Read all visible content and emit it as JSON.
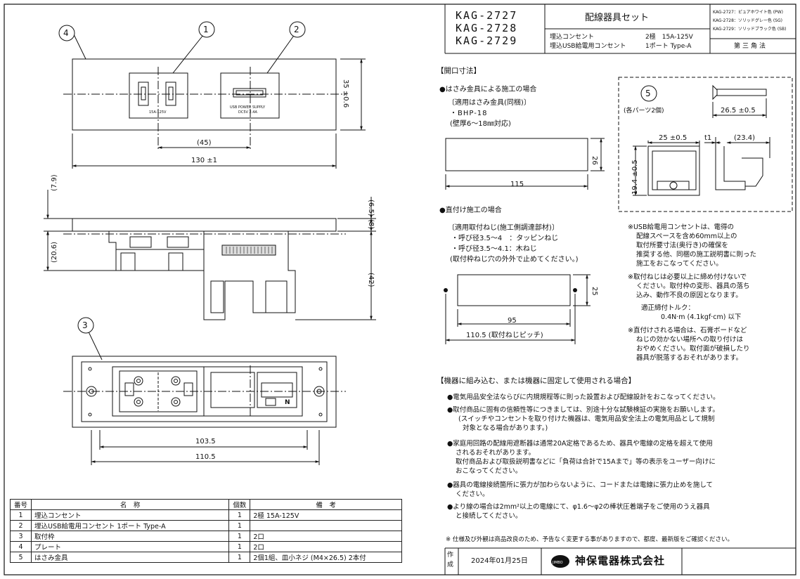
{
  "title_block": {
    "models": [
      "KAG-2727",
      "KAG-2728",
      "KAG-2729"
    ],
    "set_name": "配線器具セット",
    "line1_left": "埋込コンセント",
    "line1_right": "2極　15A-125V",
    "line2_left": "埋込USB給電用コンセント",
    "line2_right": "1ポート Type-A",
    "colors": [
      "KAG-2727：ピュアホワイト色 (PW)",
      "KAG-2728：ソリッドグレー色 (SG)",
      "KAG-2729：ソリッドブラック色 (SB)"
    ],
    "projection": "第三角法"
  },
  "balloons": {
    "b1": "1",
    "b2": "2",
    "b3": "3",
    "b4": "4",
    "b5": "5"
  },
  "front_view": {
    "dim_height": "35 ±0.6",
    "dim_pitch": "(45)",
    "dim_width": "130 ±1",
    "outlet_label": "15A-125V",
    "usb_label_1": "USB POWER SUPPLY",
    "usb_label_2": "DC5V 2.4A"
  },
  "side_view": {
    "dim_79": "(7.9)",
    "dim_206": "(20.6)",
    "dim_65": "(6.5)",
    "dim_8": "(8)",
    "dim_42": "(42)"
  },
  "back_view": {
    "dim_1035": "103.5",
    "dim_1105": "110.5",
    "n_label": "N"
  },
  "opening": {
    "heading": "【開口寸法】",
    "clamp_title": "●はさみ金具による施工の場合",
    "clamp_l1": "〔適用はさみ金具(同梱)〕",
    "clamp_l2": "・BHP-18",
    "clamp_l3": "(壁厚6～18㎜対応)",
    "rect1_w": "115",
    "rect1_h": "26",
    "direct_title": "●直付け施工の場合",
    "direct_l1": "〔適用取付ねじ(施工側調達部材)〕",
    "direct_l2": "・呼び径3.5～4　：タッピンねじ",
    "direct_l3": "・呼び径3.5～4.1：木ねじ",
    "direct_l4": "(取付枠ねじ穴の外外で止めてください。)",
    "rect2_w": "95",
    "rect2_h": "25",
    "rect2_pitch": "110.5 (取付ねじピッチ)"
  },
  "clamp_detail": {
    "parts_note": "(各パーツ2個)",
    "dim_265": "26.5 ±0.5",
    "dim_25": "25 ±0.5",
    "dim_t1": "t1",
    "dim_234": "(23.4)",
    "dim_194": "19.4 ±0.5"
  },
  "right_notes": [
    "※USB給電用コンセントは、電得の",
    "配線スペースを含め60mm以上の",
    "取付所要寸法(奥行き)の確保を",
    "推奨する他、同梱の施工説明書に則った",
    "施工をおこなってください。",
    "※取付ねじは必要以上に締め付けないで",
    "ください。取付枠の変形、器具の落ち",
    "込み、動作不良の原因となります。",
    "適正締付トルク：",
    "0.4N·m (4.1kgf·cm) 以下",
    "※直付けされる場合は、石膏ボードなど",
    "ねじの効かない場所への取り付けは",
    "おやめください。取付面が破損したり",
    "器具が脱落するおそれがあります。"
  ],
  "usage": {
    "heading": "【機器に組み込む、または機器に固定して使用される場合】",
    "lines": [
      "●電気用品安全法ならびに内規規程等に則った設置および配線設計をおこなってください。",
      "●取付商品に固有の信頼性等につきましては、別途十分な試験検証の実施をお願いします。",
      "(スイッチやコンセントを取り付けた機器は、電気用品安全法上の電気用品として規制",
      "対象となる場合があります。)",
      "●家庭用回路の配線用遮断器は通常20A定格であるため、器具や電線の定格を超えて使用",
      "されるおそれがあります。",
      "取付商品および取扱説明書などに「負荷は合計で15Aまで」等の表示をユーザー向けに",
      "おこなってください。",
      "●器具の電線接続箇所に張力が加わらないように、コードまたは電線に張力止めを施して",
      "ください。",
      "●より線の場合は2mm²以上の電線にて、φ1.6～φ2の棒状圧着端子をご使用のうえ器具",
      "と接続してください。"
    ],
    "footer": "※ 仕様及び外観は商品改良のため、予告なく変更する事がありますので、都度、最新版をご確認ください。"
  },
  "parts_table": {
    "headers": [
      "番号",
      "名　称",
      "個数",
      "備　考"
    ],
    "rows": [
      [
        "1",
        "埋込コンセント",
        "1",
        "2極 15A-125V"
      ],
      [
        "2",
        "埋込USB給電用コンセント 1ポート Type-A",
        "1",
        ""
      ],
      [
        "3",
        "取付枠",
        "1",
        "2口"
      ],
      [
        "4",
        "プレート",
        "1",
        "2口"
      ],
      [
        "5",
        "はさみ金具",
        "1",
        "2個1組、皿小ネジ (M4×26.5) 2本付"
      ]
    ]
  },
  "bottom_block": {
    "label": "作成",
    "date": "2024年01月25日",
    "company": "神保電器株式会社",
    "logo_text": "JIMBO"
  }
}
